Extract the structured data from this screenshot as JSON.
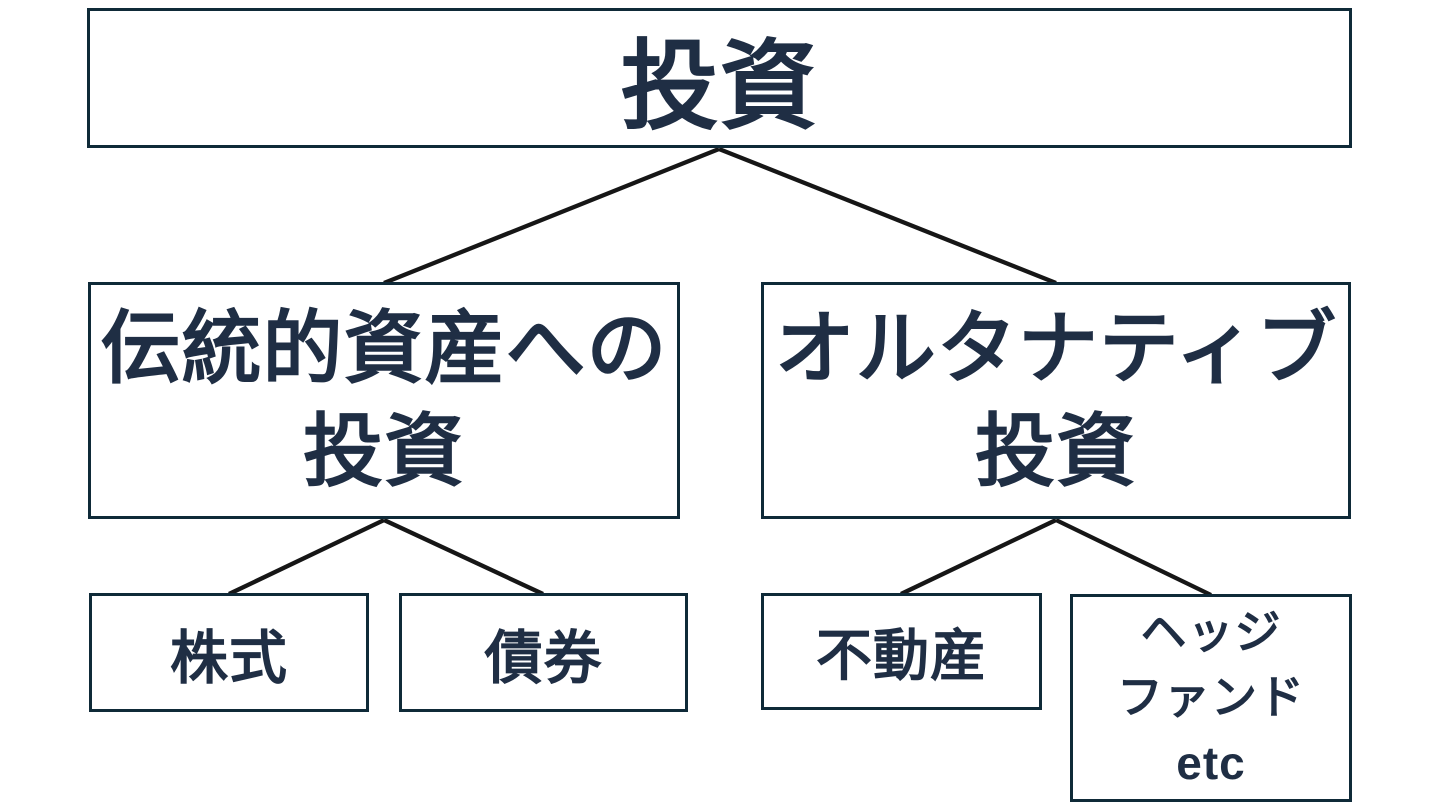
{
  "colors": {
    "text": "#1f2e44",
    "border": "#0f2a38",
    "connector": "#161616",
    "background": "#ffffff"
  },
  "nodes": {
    "root": {
      "label": "投資"
    },
    "traditional": {
      "lines": [
        "伝統的資産への",
        "投資"
      ]
    },
    "alternative": {
      "lines": [
        "オルタナティブ",
        "投資"
      ]
    },
    "stocks": {
      "label": "株式"
    },
    "bonds": {
      "label": "債券"
    },
    "real_estate": {
      "label": "不動産"
    },
    "hedge_fund": {
      "lines": [
        "ヘッジ",
        "ファンド",
        "etc"
      ]
    }
  }
}
